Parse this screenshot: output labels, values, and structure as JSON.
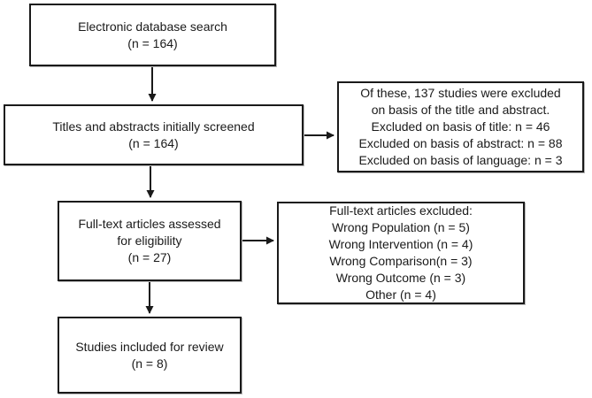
{
  "flowchart": {
    "boxes": {
      "search": {
        "text": "Electronic database search\n(n = 164)"
      },
      "screened": {
        "text": "Titles and abstracts initially screened\n(n = 164)"
      },
      "excluded_screening": {
        "text": "Of these, 137 studies were excluded\non basis of the title and abstract.\nExcluded on basis of title: n = 46\nExcluded on basis of abstract: n = 88\nExcluded on basis of language: n = 3"
      },
      "fulltext": {
        "text": "Full-text articles assessed\nfor eligibility\n(n = 27)"
      },
      "excluded_fulltext": {
        "text": "Full-text articles excluded:\nWrong Population (n = 5)\nWrong Intervention (n = 4)\nWrong Comparison(n = 3)\nWrong Outcome (n = 3)\nOther (n = 4)"
      },
      "included": {
        "text": "Studies included for review\n(n = 8)"
      }
    },
    "colors": {
      "border": "#1a1a1a",
      "background": "#ffffff",
      "text": "#1a1a1a"
    }
  }
}
